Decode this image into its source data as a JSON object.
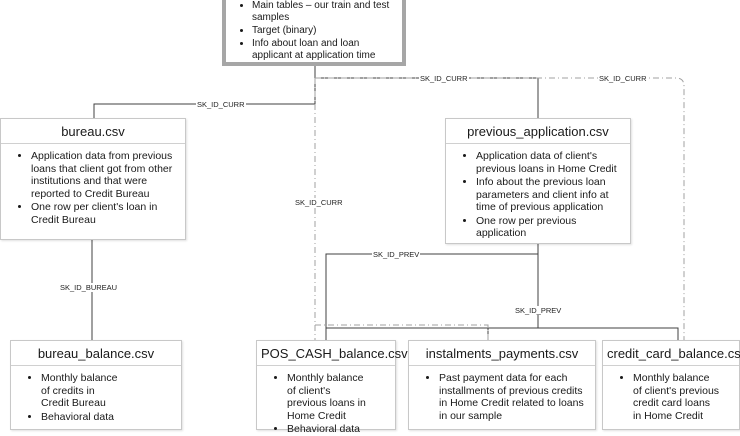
{
  "main_table": {
    "bullets": [
      "Main tables – our train and test samples",
      "Target (binary)",
      "Info about loan and loan applicant at application time"
    ]
  },
  "tables": {
    "bureau": {
      "title": "bureau.csv",
      "bullets": [
        "Application data from previous loans that client got from other institutions and that were reported to Credit Bureau",
        "One row per client's loan in Credit Bureau"
      ]
    },
    "previous_application": {
      "title": "previous_application.csv",
      "bullets": [
        "Application data of client's previous loans in Home Credit",
        "Info about the previous loan parameters and client info at time of previous application",
        "One row per previous application"
      ]
    },
    "bureau_balance": {
      "title": "bureau_balance.csv",
      "bullets": [
        "Monthly balance of credits in Credit Bureau",
        "Behavioral data"
      ]
    },
    "pos_cash_balance": {
      "title": "POS_CASH_balance.csv",
      "bullets": [
        "Monthly balance of client's previous loans in Home Credit",
        "Behavioral data"
      ]
    },
    "installments_payments": {
      "title": "instalments_payments.csv",
      "bullets": [
        "Past payment data for each installments of previous credits in Home Credit related to loans in our sample"
      ]
    },
    "credit_card_balance": {
      "title": "credit_card_balance.csv",
      "bullets": [
        "Monthly balance of client's previous credit card loans in Home Credit"
      ]
    }
  },
  "relations": {
    "sk_id_curr": "SK_ID_CURR",
    "sk_id_bureau": "SK_ID_BUREAU",
    "sk_id_prev": "SK_ID_PREV"
  },
  "colors": {
    "connector": "#404040",
    "dashed_connector": "#a0a0a0",
    "main_border": "#a6a6a6",
    "box_border": "#c8c8c8"
  }
}
